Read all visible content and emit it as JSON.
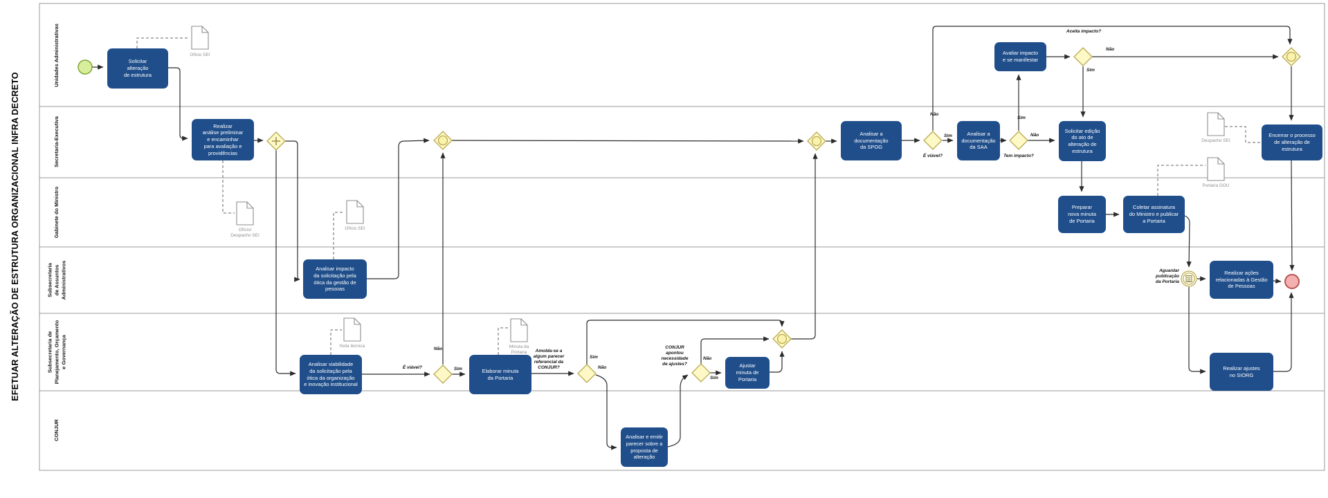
{
  "title": "EFETUAR ALTERAÇÃO DE ESTRUTURA ORGANIZACIONAL INFRA DECRETO",
  "lanes": [
    {
      "label": "Unidades Administrativas"
    },
    {
      "label": "Secretaria-Executiva"
    },
    {
      "label": "Gabinete do Ministro"
    },
    {
      "label": "Subsecretaria\nde Assuntos\nAdministrativos"
    },
    {
      "label": "Subsecretaria de\nPlanejamento, Orçamento\ne Governança"
    },
    {
      "label": "CONJUR"
    }
  ],
  "tasks": {
    "solicitar_alteracao": "Solicitar\nalteração\nde estrutura",
    "realizar_analise": "Realizar\nanálise preliminar\ne encaminhar\npara avaliação e\nprovidências",
    "analisar_impacto_gestao": "Analisar impacto\nda solicitação pela\nótica da gestão de\npessoas",
    "analisar_viabilidade": "Analisar viabilidade\nda solicitação pela\nótica da organização\ne inovação institucional",
    "elaborar_minuta": "Elaborar minuta\nda Portaria",
    "analisar_emitir_parecer": "Analisar e emitir\nparecer sobre a\nproposta de\nalteração",
    "ajustar_minuta": "Ajustar\nminuta de\nPortaria",
    "analisar_doc_spog": "Analisar a\ndocumentação\nda SPOG",
    "analisar_doc_saa": "Analisar a\ndocumentação\nda SAA",
    "avaliar_impacto": "Avaliar impacto\ne se manifestar",
    "solicitar_edicao": "Solicitar edição\ndo ato de\nalteração de\nestrutura",
    "preparar_minuta": "Preparar\nnova minuta\nde Portaria",
    "coletar_assinatura": "Coletar assinatura\ndo Ministro e publicar\na Portaria",
    "encerrar_processo": "Encerrar o processo\nde alteração de\nestrutura",
    "realizar_acoes_gestao": "Realizar ações\nrelacionadas à Gestão\nde Pessoas",
    "realizar_ajustes_siorg": "Realizar ajustes\nno SIORG"
  },
  "gateway_questions": {
    "e_viavel": "É viável?",
    "amolda": "Amolda-se a\nalgum parecer\nreferencial da\nCONJUR?",
    "conjur_ajustes": "CONJUR\napontou\nnecessidade\nde ajustes?",
    "tem_impacto": "Tem impacto?",
    "aceita_impacto": "Aceita impacto?"
  },
  "answers": {
    "sim": "Sim",
    "nao": "Não"
  },
  "events": {
    "aguardar_publicacao": "Aguardar\npublicação\nda Portaria"
  },
  "documents": {
    "oficio_sei": "Ofício SEI",
    "oficio_despacho_sei": "Ofício/\nDespacho SEI",
    "nota_tecnica": "Nota técnica",
    "minuta_portaria": "Minuta da\nPortaria",
    "despacho_sei": "Despacho SEI",
    "portaria_dou": "Portaria DOU"
  },
  "colors": {
    "task_fill": "#1f4e8b",
    "gateway_fill": "#fdf8c6",
    "gateway_stroke": "#b9a94f",
    "start_event_fill": "#d9ee9d",
    "start_event_stroke": "#7da832",
    "end_event_fill": "#f4b1b1",
    "end_event_stroke": "#b85450",
    "flow_line": "#3a3a3a",
    "lane_border": "#9a9a9a"
  }
}
